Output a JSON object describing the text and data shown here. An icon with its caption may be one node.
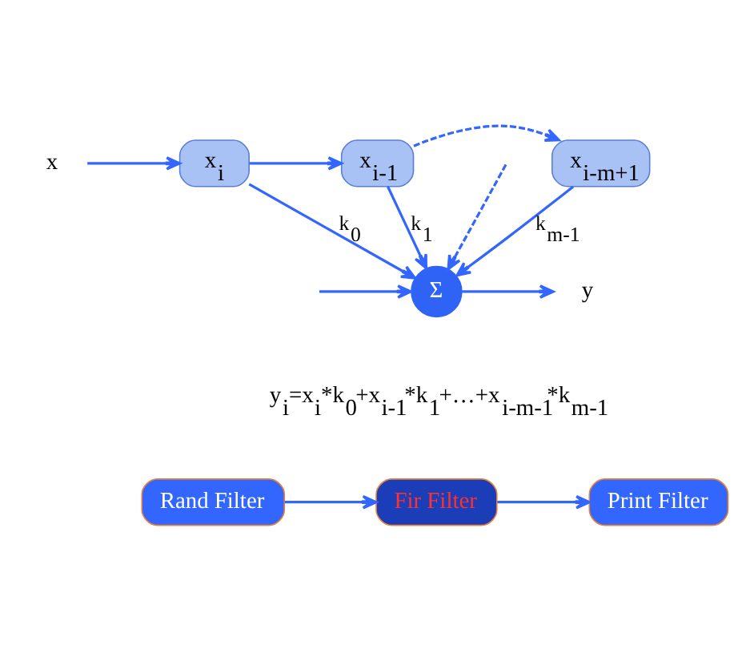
{
  "diagram": {
    "nodes": [
      {
        "text": [
          "x"
        ]
      },
      {
        "text": [
          "x$_{i}$"
        ]
      },
      {
        "text": [
          "x$_{i-1}$"
        ]
      },
      {
        "text": [
          "x$_{i-m+1}$"
        ]
      },
      {
        "text": [
          "Σ"
        ]
      },
      {
        "text": [
          "y"
        ]
      },
      {
        "text": [
          "Rand Filter"
        ]
      },
      {
        "text": [
          "Fir Filter"
        ]
      },
      {
        "text": [
          "Print Filter"
        ]
      }
    ],
    "edges": [
      {
        "from": 0,
        "to": 1,
        "arrow": "to"
      },
      {
        "from": 1,
        "to": 2,
        "arrow": "to"
      },
      {
        "from": 2,
        "to": 3,
        "arrow": "to",
        "style": "dashed"
      },
      {
        "from": 1,
        "to": 4,
        "arrow": "to",
        "label": "k$_{0}$"
      },
      {
        "from": 2,
        "to": 4,
        "arrow": "to",
        "label": "k$_{1}$"
      },
      {
        "from": null,
        "to": 4,
        "arrow": "to",
        "style": "dashed"
      },
      {
        "from": 3,
        "to": 4,
        "arrow": "to",
        "label": "k$_{m-1}$"
      },
      {
        "from": null,
        "to": 4,
        "arrow": "to"
      },
      {
        "from": 4,
        "to": 5,
        "arrow": "to"
      },
      {
        "from": 6,
        "to": 7,
        "arrow": "to"
      },
      {
        "from": 7,
        "to": 8,
        "arrow": "to"
      }
    ],
    "labels": [
      "y$_{i}$=x$_{i}$*k$_{0}$+x$_{i-1}$*k$_{1}$+…+x$_{i-m-1}$*k$_{m-1}$"
    ]
  }
}
